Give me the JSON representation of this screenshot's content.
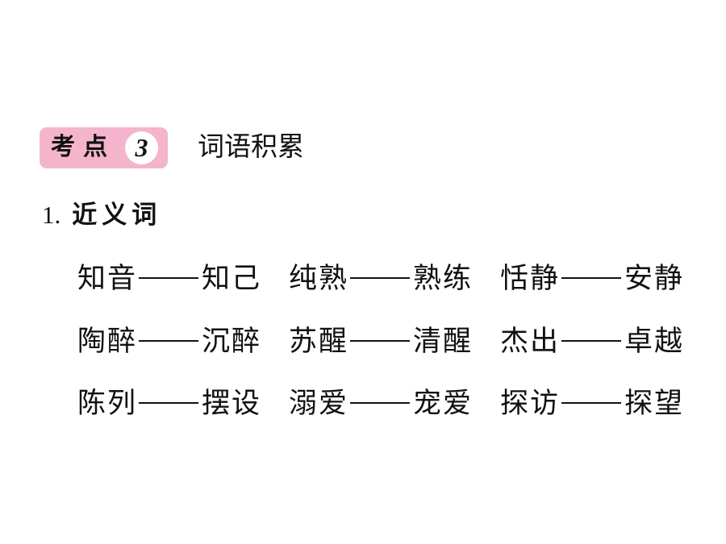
{
  "section": {
    "badge_label": "考点",
    "badge_number": "3",
    "title": "词语积累"
  },
  "subsection": {
    "number": "1.",
    "title": "近义词"
  },
  "rows": [
    [
      {
        "left": "知音",
        "right": "知己"
      },
      {
        "left": "纯熟",
        "right": "熟练"
      },
      {
        "left": "恬静",
        "right": "安静"
      }
    ],
    [
      {
        "left": "陶醉",
        "right": "沉醉"
      },
      {
        "left": "苏醒",
        "right": "清醒"
      },
      {
        "left": "杰出",
        "right": "卓越"
      }
    ],
    [
      {
        "left": "陈列",
        "right": "摆设"
      },
      {
        "left": "溺爱",
        "right": "宠爱"
      },
      {
        "left": "探访",
        "right": "探望"
      }
    ]
  ]
}
